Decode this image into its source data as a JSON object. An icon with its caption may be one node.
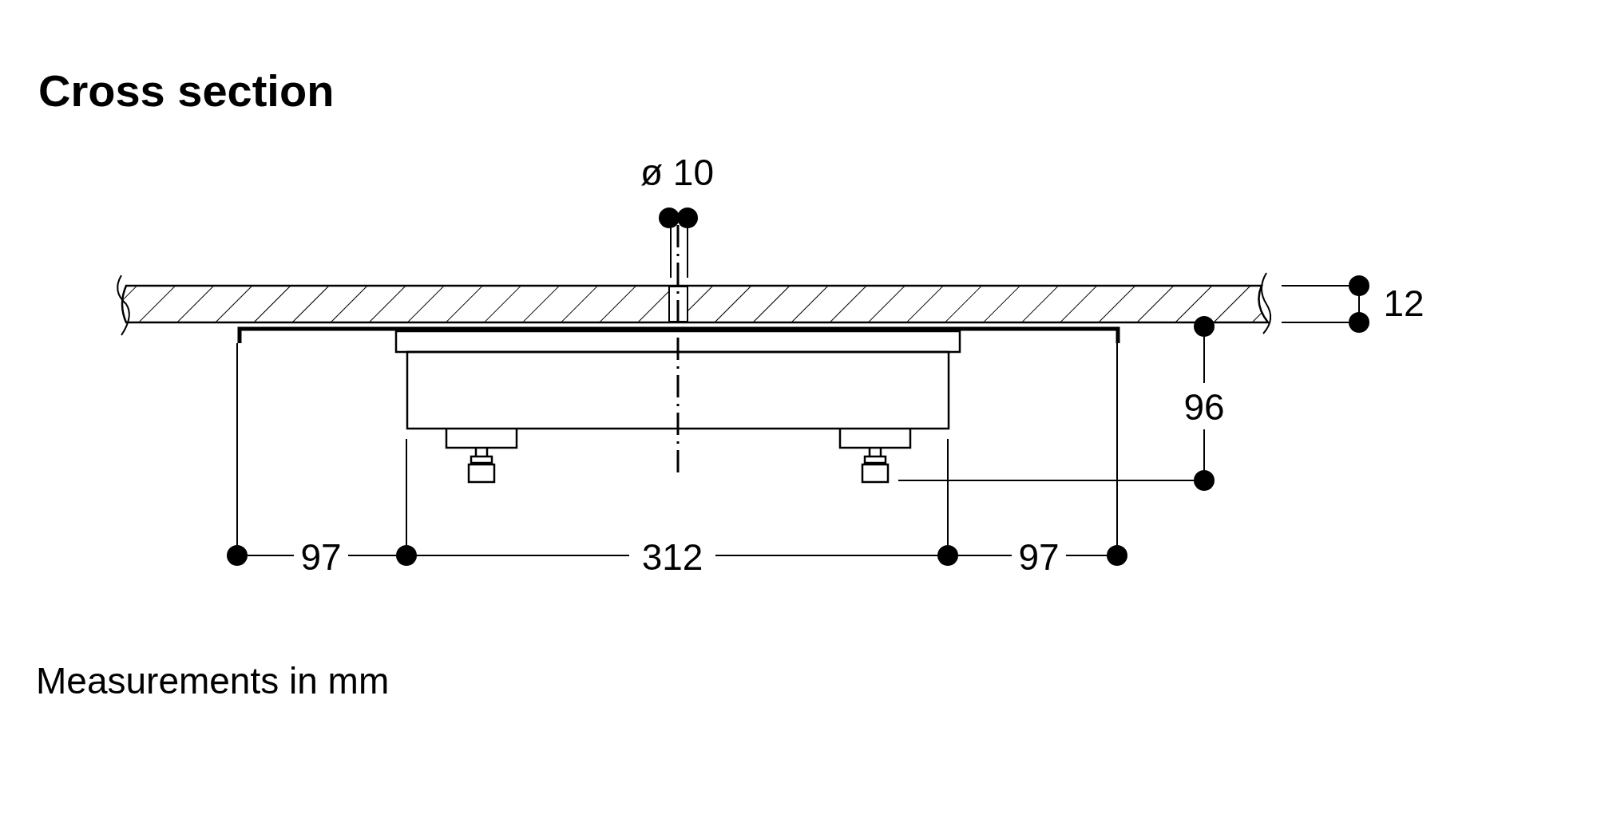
{
  "diagram": {
    "title": "Cross section",
    "caption": "Measurements in mm",
    "labels": [
      "ø 10",
      "12",
      "96",
      "97",
      "312",
      "97"
    ]
  }
}
